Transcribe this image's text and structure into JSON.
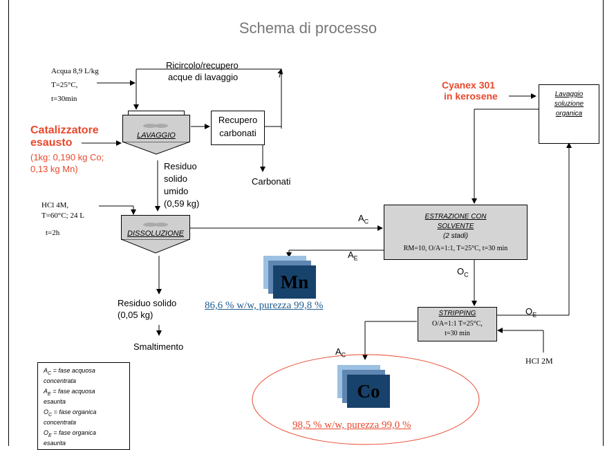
{
  "title": "Schema di processo",
  "lavaggio_inputs": {
    "line1": "Acqua 8,9 L/kg",
    "line2": "T=25°C,",
    "line3": "t=30min"
  },
  "ricircolo": {
    "line1": "Ricircolo/recupero",
    "line2": "acque di lavaggio"
  },
  "catalyst": {
    "name_line1": "Catalizzatore",
    "name_line2": "esausto",
    "detail_line1": "(1kg: 0,190 kg Co;",
    "detail_line2": "0,13 kg Mn)"
  },
  "lavaggio_label": "LAVAGGIO",
  "recupero": {
    "line1": "Recupero",
    "line2": "carbonati"
  },
  "carbonati": "Carbonati",
  "residuo_umido": {
    "line1": "Residuo",
    "line2": "solido",
    "line3": "umido",
    "line4": "(0,59 kg)"
  },
  "hcl_inputs": {
    "line1": "HCl  4M,",
    "line2": "T=60°C; 24 L",
    "line3": "t=2h"
  },
  "dissoluzione_label": "DISSOLUZIONE",
  "residuo_solido": {
    "line1": "Residuo solido",
    "line2": "(0,05 kg)"
  },
  "smaltimento": "Smaltimento",
  "cyanex": {
    "line1": "Cyanex 301",
    "line2": "in kerosene"
  },
  "lavaggio_org": {
    "line1": "Lavaggio",
    "line2": "soluzione",
    "line3": "organica"
  },
  "estrazione": {
    "line1": "ESTRAZIONE  CON",
    "line2": "SOLVENTE",
    "line3": "(2 stadi)",
    "line4": "RM=10,  O/A=1:1,  T=25°C,  t=30 min"
  },
  "stream_labels": {
    "ac": "A",
    "ac_sub": "C",
    "ae": "A",
    "ae_sub": "E",
    "oc": "O",
    "oc_sub": "C",
    "oe": "O",
    "oe_sub": "E",
    "ac2": "A",
    "ac2_sub": "C"
  },
  "mn": {
    "symbol": "Mn",
    "result": "86,6 % w/w, purezza  99,8 %"
  },
  "stripping": {
    "line1": "STRIPPING",
    "line2": "O/A=1:1  T=25°C,",
    "line3": "t=30 min"
  },
  "hcl2m": "HCl  2M",
  "co": {
    "symbol": "Co",
    "result": "98,5 % w/w, purezza  99,0 %"
  },
  "legend": [
    {
      "sym": "A",
      "sub": "C",
      "line1": " = fase acquosa",
      "line2": "concentrata"
    },
    {
      "sym": "A",
      "sub": "E",
      "line1": " = fase acquosa",
      "line2": "esaurita"
    },
    {
      "sym": "O",
      "sub": "C",
      "line1": " = fase organica",
      "line2": "concentrata"
    },
    {
      "sym": "O",
      "sub": "E",
      "line1": " = fase organica",
      "line2": "esaurita"
    }
  ],
  "colors": {
    "accent_red": "#e8472c",
    "link_blue": "#1f5c8f",
    "badge_dark": "#17426b",
    "badge_mid": "#5e86b0",
    "badge_light": "#9cc0e2",
    "process_grey": "#d4d4d4"
  }
}
